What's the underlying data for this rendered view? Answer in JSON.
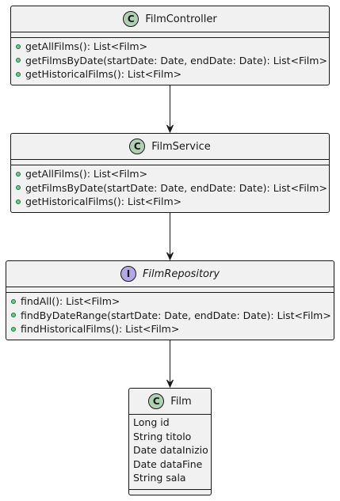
{
  "classes": [
    {
      "name": "FilmController",
      "kind": "class",
      "badge": "C",
      "methods": [
        "getAllFilms(): List<Film>",
        "getFilmsByDate(startDate: Date, endDate: Date): List<Film>",
        "getHistoricalFilms(): List<Film>"
      ]
    },
    {
      "name": "FilmService",
      "kind": "class",
      "badge": "C",
      "methods": [
        "getAllFilms(): List<Film>",
        "getFilmsByDate(startDate: Date, endDate: Date): List<Film>",
        "getHistoricalFilms(): List<Film>"
      ]
    },
    {
      "name": "FilmRepository",
      "kind": "interface",
      "badge": "I",
      "methods": [
        "findAll(): List<Film>",
        "findByDateRange(startDate: Date, endDate: Date): List<Film>",
        "findHistoricalFilms(): List<Film>"
      ]
    },
    {
      "name": "Film",
      "kind": "class",
      "badge": "C",
      "fields": [
        "Long id",
        "String titolo",
        "Date dataInizio",
        "Date dataFine",
        "String sala"
      ]
    }
  ],
  "relations": [
    {
      "from": "FilmController",
      "to": "FilmService"
    },
    {
      "from": "FilmService",
      "to": "FilmRepository"
    },
    {
      "from": "FilmRepository",
      "to": "Film"
    }
  ],
  "colors": {
    "class_badge": "#add1b2",
    "interface_badge": "#b4a7e5",
    "box_fill": "#f1f1f1",
    "method_dot": "#84be84"
  }
}
